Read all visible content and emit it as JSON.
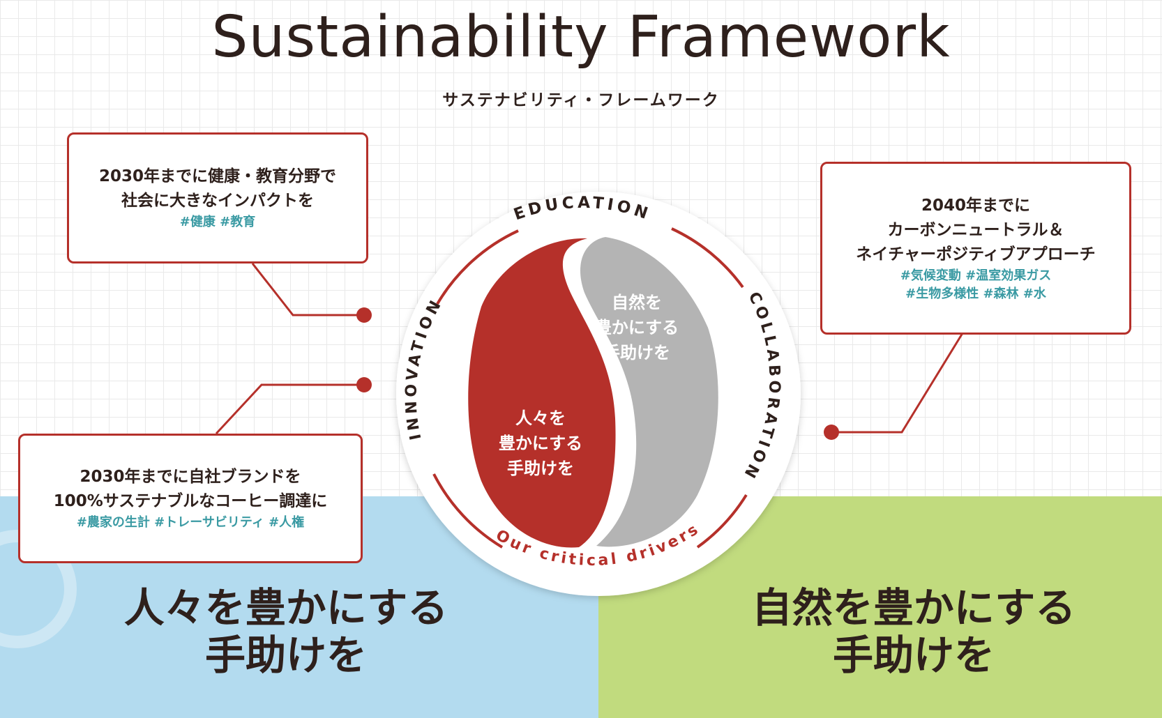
{
  "header": {
    "title": "Sustainability Framework",
    "subtitle": "サステナビリティ・フレームワーク"
  },
  "callouts": {
    "top_left": {
      "line1": "2030年までに健康・教育分野で",
      "line2": "社会に大きなインパクトを",
      "tags": "#健康 #教育"
    },
    "bottom_left": {
      "line1": "2030年までに自社ブランドを",
      "line2": "100%サステナブルなコーヒー調達に",
      "tags": "#農家の生計 #トレーサビリティ #人権"
    },
    "right": {
      "line1": "2040年までに",
      "line2": "カーボンニュートラル＆",
      "line3": "ネイチャーポジティブアプローチ",
      "tags1": "#気候変動 #温室効果ガス",
      "tags2": "#生物多様性 #森林 #水"
    }
  },
  "circle": {
    "ring_top": "EDUCATION",
    "ring_left": "INNOVATION",
    "ring_right": "COLLABORATION",
    "ring_bottom": "Our critical drivers",
    "bean_left": {
      "line1": "人々を",
      "line2": "豊かにする",
      "line3": "手助けを"
    },
    "bean_right": {
      "line1": "自然を",
      "line2": "豊かにする",
      "line3": "手助けを"
    }
  },
  "bottom": {
    "left": {
      "line1": "人々を豊かにする",
      "line2": "手助けを"
    },
    "right": {
      "line1": "自然を豊かにする",
      "line2": "手助けを"
    }
  },
  "colors": {
    "accent_red": "#b5302a",
    "bean_gray": "#b4b4b4",
    "tag_teal": "#3a9aa3",
    "band_blue": "#b3dbef",
    "band_green": "#c1db7e",
    "text_dark": "#2e201c"
  }
}
